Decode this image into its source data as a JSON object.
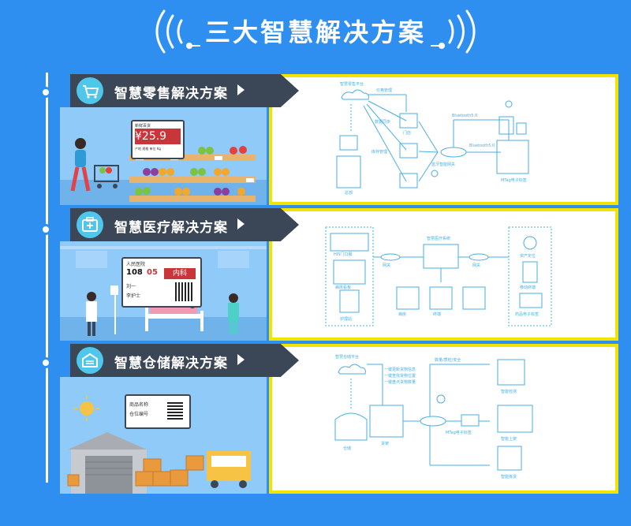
{
  "page_title": "三大智慧解决方案",
  "colors": {
    "background": "#2f8ff0",
    "banner": "#3b4656",
    "accent_yellow": "#f3e400",
    "diagram_line": "#4aaee0"
  },
  "sections": [
    {
      "label": "智慧零售解决方案",
      "icon": "shopping-cart-icon",
      "esl_tag": {
        "store": "新鲜百货",
        "price": "¥25.9",
        "specs": "产地 规格 单位 Kg"
      },
      "diagram": {
        "platform": "智慧零售平台",
        "hq": "总部",
        "gateway": "蓝牙智能网关",
        "store_tag": "门店",
        "bluetooth": "Bluetooth5.0",
        "bluetooth2": "Bluetooth5.0",
        "label_out": "MTag电子标签",
        "link1": "价格管理",
        "link2": "数据同步",
        "link3": "库存管理"
      }
    },
    {
      "label": "智慧医疗解决方案",
      "icon": "medical-kit-icon",
      "esl_tag": {
        "hospital": "人民医院",
        "bed": "108",
        "room": "05",
        "dept": "内科",
        "patient": "刘一",
        "staff": "李护士"
      },
      "diagram": {
        "system": "智慧医疗系统",
        "his": "HIS门口服",
        "gateway": "网关",
        "gateway2": "网关",
        "board": "病床看板",
        "station": "护理站",
        "room": "病房",
        "asset": "资产定位",
        "mobile": "移动终端",
        "drug": "药品电子标签",
        "terminal": "终端"
      }
    },
    {
      "label": "智慧仓储解决方案",
      "icon": "warehouse-icon",
      "esl_tag": {
        "line1": "商品名称",
        "line2": "仓位编号"
      },
      "diagram": {
        "platform": "智慧仓储平台",
        "notes": [
          "一键更新货物信息",
          "一键查找货物位置",
          "一键盘点货物数量"
        ],
        "warehouse": "仓储",
        "shelf": "货架",
        "label_out": "MTag电子标签",
        "check": "智能检测",
        "put": "智能上架",
        "pick": "智能拣货",
        "flow": "数量/质检/安全"
      }
    }
  ]
}
